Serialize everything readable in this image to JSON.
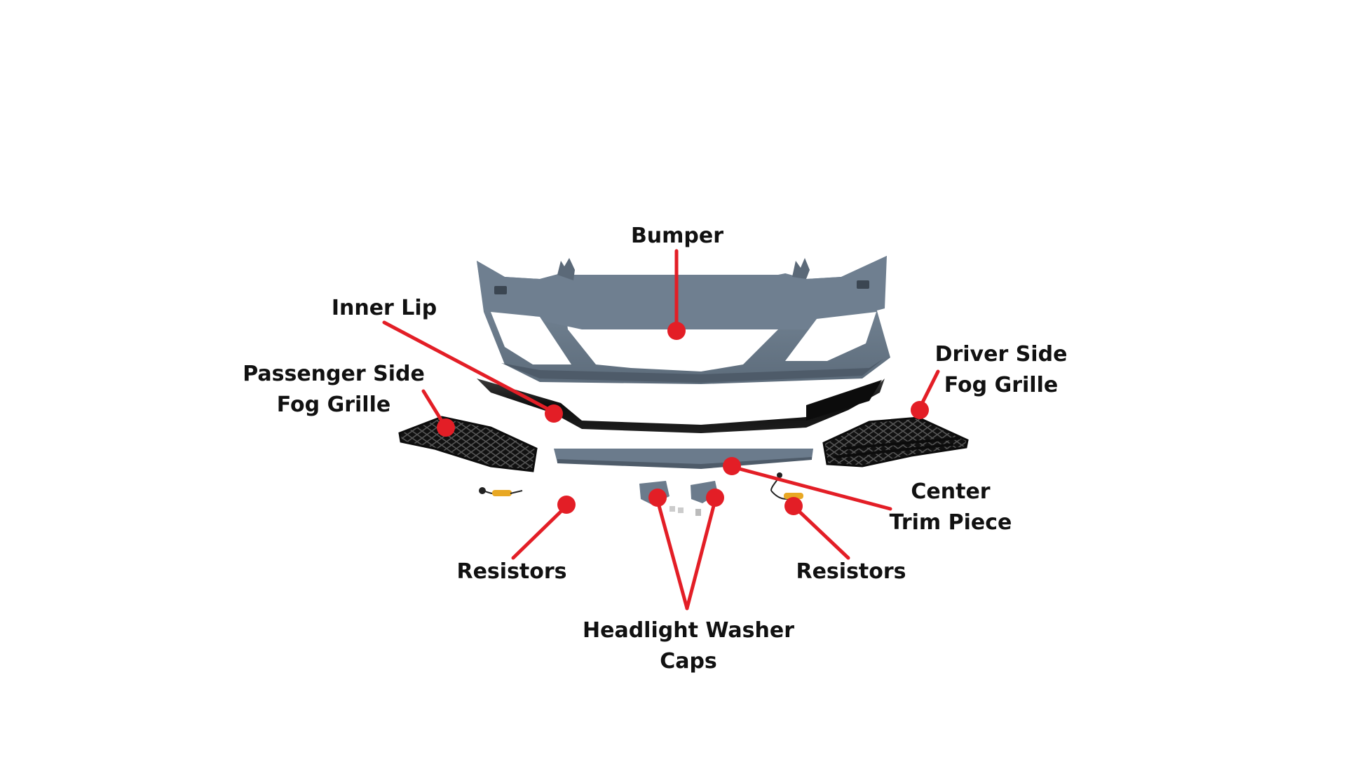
{
  "colors": {
    "callout": "#e31e26",
    "bumper": "#6b7b8c",
    "bumper_dark": "#4e5b69",
    "gloss_black": "#141414",
    "mesh": "#2a2a2a"
  },
  "labels": {
    "bumper": "Bumper",
    "inner_lip": "Inner Lip",
    "passenger_fog": [
      "Passenger Side",
      "Fog Grille"
    ],
    "driver_fog": [
      "Driver Side",
      "Fog Grille"
    ],
    "center_trim": [
      "Center",
      "Trim Piece"
    ],
    "resistors_left": "Resistors",
    "resistors_right": "Resistors",
    "washer_caps": [
      "Headlight Washer",
      "Caps"
    ]
  }
}
